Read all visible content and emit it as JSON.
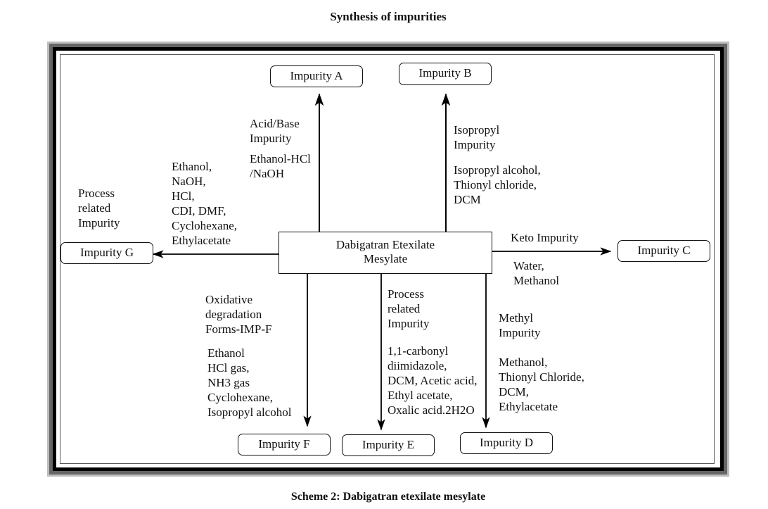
{
  "title": "Synthesis of impurities",
  "caption": "Scheme 2: Dabigatran etexilate mesylate",
  "center": {
    "line1": "Dabigatran Etexilate",
    "line2": "Mesylate"
  },
  "impurities": {
    "A": "Impurity A",
    "B": "Impurity B",
    "C": "Impurity C",
    "D": "Impurity D",
    "E": "Impurity E",
    "F": "Impurity F",
    "G": "Impurity G"
  },
  "pathways": {
    "A": {
      "type": "Acid/Base\nImpurity",
      "reagents": "Ethanol-HCl\n/NaOH"
    },
    "B": {
      "type": "Isopropyl\nImpurity",
      "reagents": "Isopropyl alcohol,\nThionyl chloride,\nDCM"
    },
    "C": {
      "type": "Keto Impurity",
      "reagents": "Water,\nMethanol"
    },
    "D": {
      "type": "Methyl\nImpurity",
      "reagents": "Methanol,\nThionyl Chloride,\nDCM,\nEthylacetate"
    },
    "E": {
      "type": "Process\nrelated\nImpurity",
      "reagents": "1,1-carbonyl\ndiimidazole,\nDCM, Acetic acid,\nEthyl acetate,\nOxalic acid.2H2O"
    },
    "F": {
      "type": "Oxidative\ndegradation\nForms-IMP-F",
      "reagents": "Ethanol\nHCl gas,\nNH3 gas\nCyclohexane,\nIsopropyl alcohol"
    },
    "G": {
      "type": "Process\nrelated\nImpurity",
      "reagents": "Ethanol,\nNaOH,\nHCl,\nCDI, DMF,\nCyclohexane,\nEthylacetate"
    }
  }
}
